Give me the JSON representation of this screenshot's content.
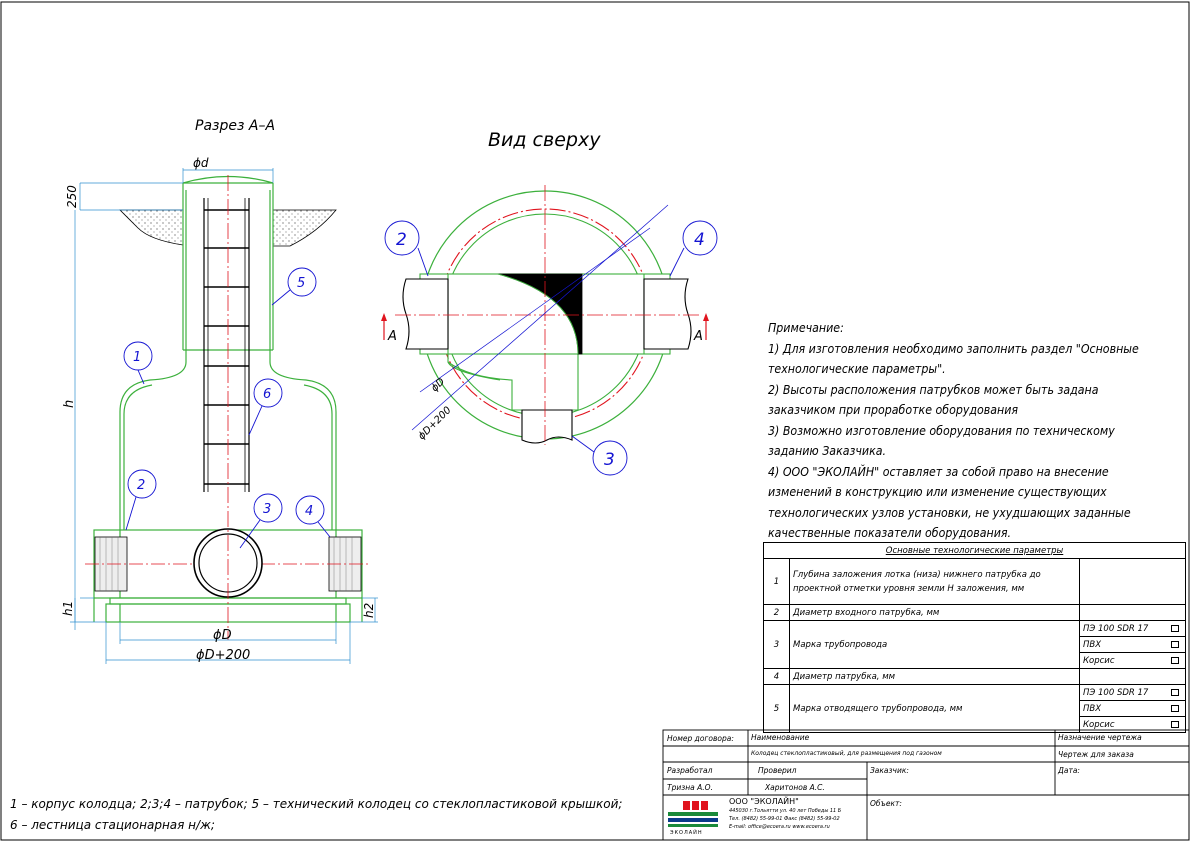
{
  "labels": {
    "section_title": "Разрез А–А",
    "top_view_title": "Вид сверху",
    "dim_d": "ϕd",
    "dim_250": "250",
    "dim_h": "h",
    "dim_h1": "h1",
    "dim_h2": "h2",
    "dim_D": "ϕD",
    "dim_D200": "ϕD+200",
    "top_dim_D": "ϕD",
    "top_dim_D200": "ϕD+200",
    "cut_A": "А",
    "callouts": [
      "1",
      "2",
      "3",
      "4",
      "5",
      "6"
    ]
  },
  "notes": {
    "heading": "Примечание:",
    "lines": [
      "1) Для изготовления необходимо заполнить раздел \"Основные",
      "технологические параметры\".",
      "2) Высоты расположения патрубков может быть задана",
      "заказчиком при проработке оборудования",
      "3) Возможно изготовление оборудования по техническому",
      "заданию Заказчика.",
      "4) ООО \"ЭКОЛАЙН\" оставляет за собой право на внесение",
      "изменений в конструкцию или изменение существующих",
      "технологических узлов установки, не ухудшающих заданные",
      "качественные показатели оборудования."
    ]
  },
  "params_table": {
    "title": "Основные технологические параметры",
    "rows": [
      {
        "num": "1",
        "text": "Глубина заложения лотка (низа) нижнего патрубка до проектной отметки уровня земли Н заложения, мм"
      },
      {
        "num": "2",
        "text": "Диаметр входного патрубка, мм"
      },
      {
        "num": "3",
        "text": "Марка трубопровода",
        "options": [
          "ПЭ 100 SDR 17",
          "ПВХ",
          "Корсис"
        ]
      },
      {
        "num": "4",
        "text": "Диаметр патрубка, мм"
      },
      {
        "num": "5",
        "text": "Марка отводящего трубопровода, мм",
        "options": [
          "ПЭ 100 SDR 17",
          "ПВХ",
          "Корсис"
        ]
      }
    ]
  },
  "title_block": {
    "contract_label": "Номер договора:",
    "name_label": "Наименование",
    "name_value": "Колодец стеклопластиковый, для размещения под газоном",
    "drawing_label": "Назначение чертежа",
    "drawing_value": "Чертеж для заказа",
    "developed_label": "Разработал",
    "developed_value": "Тризна А.О.",
    "checked_label": "Проверил",
    "checked_value": "Харитонов А.С.",
    "customer_label": "Заказчик:",
    "date_label": "Дата:",
    "object_label": "Объект:",
    "company": "ООО \"ЭКОЛАЙН\"",
    "address": "445030 г.Тольятти ул. 40 лет Победы 11 Б",
    "phone": "Тел. (8482) 55-99-01 Факс (8482) 55-99-02",
    "email": "E-mail: office@ecoera.ru  www.ecoera.ru",
    "logo_text": "ЭКОЛАЙН"
  },
  "legend": [
    "1 – корпус колодца; 2;3;4 – патрубок; 5 – технический колодец со стеклопластиковой крышкой;",
    "6 – лестница стационарная н/ж;"
  ],
  "colors": {
    "outline": "#3cb03c",
    "axis": "#e0141e",
    "callout": "#1414d2",
    "black": "#000000"
  }
}
